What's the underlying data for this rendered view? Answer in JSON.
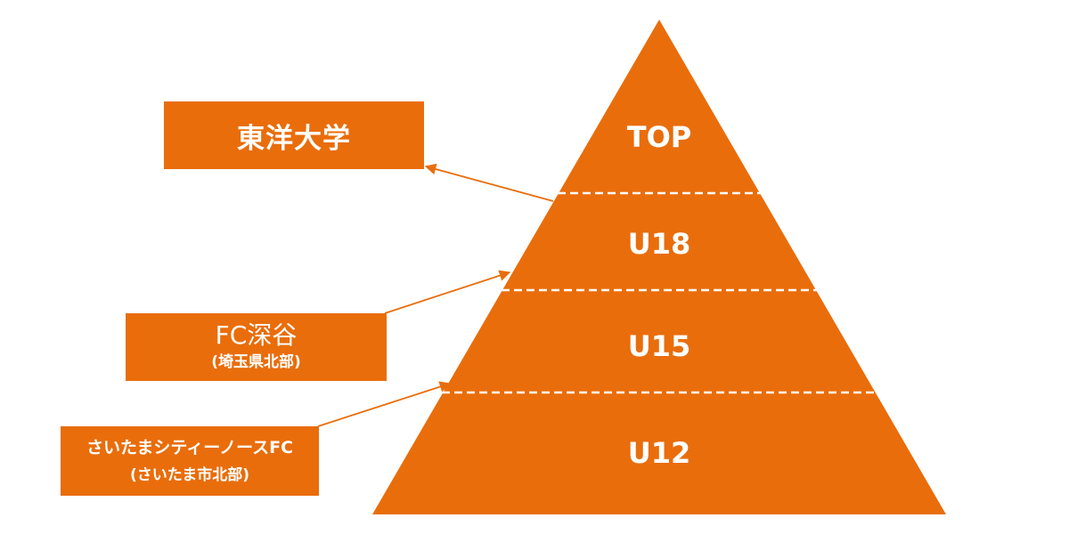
{
  "pyramid": {
    "color": "#e96d0b",
    "levels": [
      {
        "label": "TOP"
      },
      {
        "label": "U18"
      },
      {
        "label": "U15"
      },
      {
        "label": "U12"
      }
    ]
  },
  "clubs": {
    "toyo": {
      "name": "東洋大学"
    },
    "fukaya": {
      "name": "FC深谷",
      "region": "(埼玉県北部)"
    },
    "saitama": {
      "name": "さいたまシティーノースFC",
      "region": "(さいたま市北部)"
    }
  }
}
